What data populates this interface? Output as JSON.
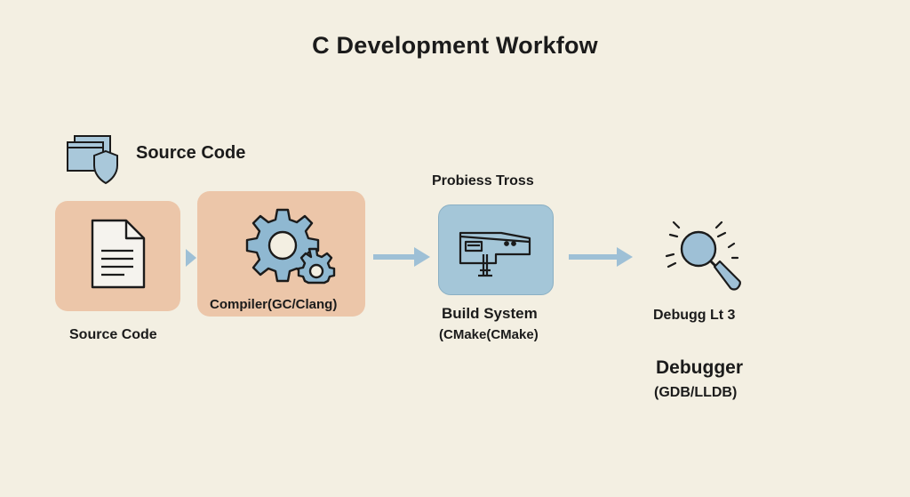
{
  "diagram": {
    "title": "C Development Workfow",
    "header_source_label": "Source Code",
    "nodes": [
      {
        "id": "source",
        "label": "Source Code",
        "icon": "document-icon"
      },
      {
        "id": "compiler",
        "label": "Compiler(GC/Clang)",
        "icon": "gears-icon"
      },
      {
        "id": "build",
        "top_label": "Probiess Tross",
        "label": "Build System",
        "sublabel": "(CMake(CMake)",
        "icon": "machine-icon"
      },
      {
        "id": "debugger",
        "top_label": "Debugg Lt 3",
        "label": "Debugger",
        "sublabel": "(GDB/LLDB)",
        "icon": "magnifier-icon"
      }
    ],
    "colors": {
      "background": "#f3efe2",
      "peach": "#ecc6a9",
      "blue": "#a4c6d8",
      "arrow": "#9ec0d6",
      "icon_stroke": "#1b1b1b"
    }
  }
}
